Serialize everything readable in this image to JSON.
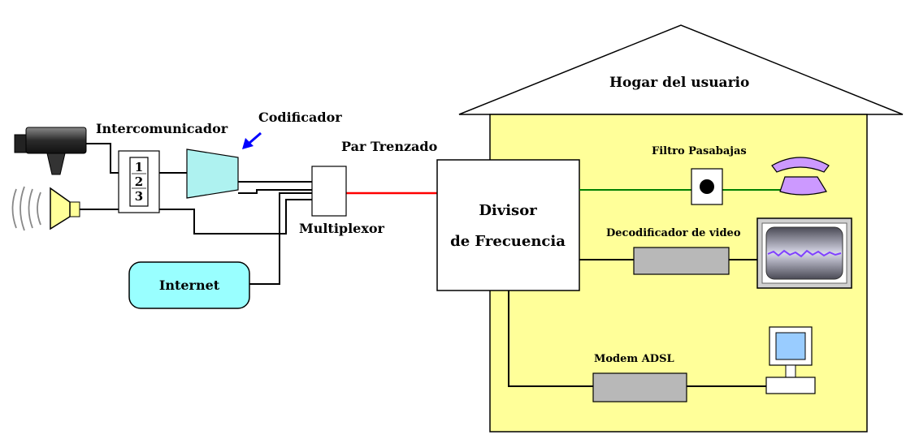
{
  "house": {
    "title": "Hogar del usuario"
  },
  "labels": {
    "intercom": "Intercomunicador",
    "encoder": "Codificador",
    "twisted_pair": "Par Trenzado",
    "multiplexer": "Multiplexor",
    "internet": "Internet",
    "splitter_line1": "Divisor",
    "splitter_line2": "de Frecuencia",
    "lowpass_filter": "Filtro Pasabajas",
    "video_decoder": "Decodificador de video",
    "adsl_modem": "Modem ADSL"
  },
  "intercom_digits": [
    "1",
    "2",
    "3"
  ],
  "colors": {
    "house_fill": "#ffff99",
    "encoder_fill": "#aef2f0",
    "internet_fill": "#99ffff",
    "twisted_pair_line": "#ff0000",
    "voice_line": "#008000",
    "device_gray": "#b8b8b8",
    "phone_fill": "#cc99ff",
    "speaker_fill": "#ffff99",
    "arrow": "#0000ff",
    "monitor_screen": "#99ccff"
  }
}
